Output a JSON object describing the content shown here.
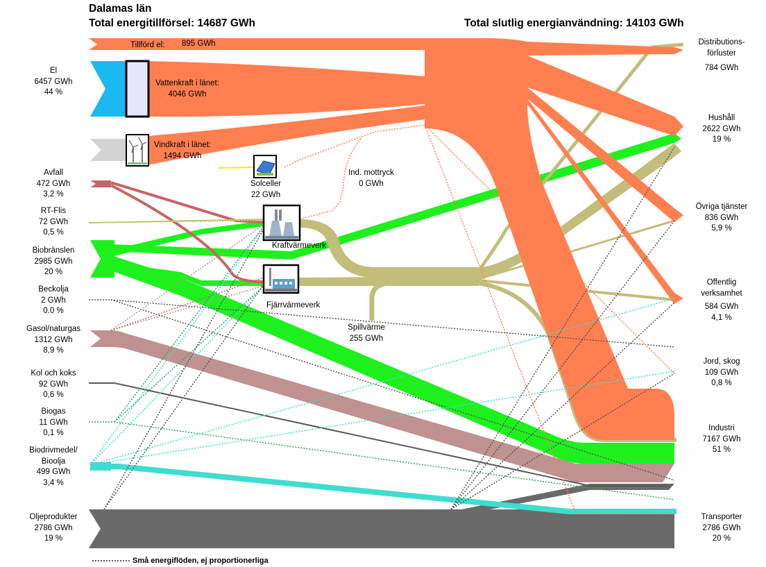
{
  "header": {
    "region": "Dalamas län",
    "supply_total": "Total energitillförsel: 14687 GWh",
    "use_total": "Total slutlig energianvändning: 14103 GWh"
  },
  "sources": [
    {
      "name": "El",
      "value": "6457 GWh",
      "share": "44 %"
    },
    {
      "name": "Avfall",
      "value": "472 GWh",
      "share": "3,2 %"
    },
    {
      "name": "RT-Flis",
      "value": "72 GWh",
      "share": "0,5 %"
    },
    {
      "name": "Biobränslen",
      "value": "2985 GWh",
      "share": "20 %"
    },
    {
      "name": "Beckolja",
      "value": "2 GWh",
      "share": "0.0 %"
    },
    {
      "name": "Gasol/naturgas",
      "value": "1312 GWh",
      "share": "8,9 %"
    },
    {
      "name": "Kol och koks",
      "value": "92 GWh",
      "share": "0,6 %"
    },
    {
      "name": "Biogas",
      "value": "11 GWh",
      "share": "0,1 %"
    },
    {
      "name_line1": "Biodrivmedel/",
      "name_line2": "Bioolja",
      "value": "499 GWh",
      "share": "3,4 %"
    },
    {
      "name": "Oljeprodukter",
      "value": "2786 GWh",
      "share": "19 %"
    }
  ],
  "sinks": [
    {
      "name_line1": "Distributions-",
      "name_line2": "förluster",
      "value": "784 GWh"
    },
    {
      "name": "Hushåll",
      "value": "2622 GWh",
      "share": "19 %"
    },
    {
      "name": "Övriga tjänster",
      "value": "836 GWh",
      "share": "5,9 %"
    },
    {
      "name_line1": "Offentlig",
      "name_line2": "verksamhet",
      "value": "584 GWh",
      "share": "4,1 %"
    },
    {
      "name": "Jord, skog",
      "value": "109 GWh",
      "share": "0,8 %"
    },
    {
      "name": "Industri",
      "value": "7167 GWh",
      "share": "51 %"
    },
    {
      "name": "Transporter",
      "value": "2786 GWh",
      "share": "20 %"
    }
  ],
  "electricity": {
    "import_label": "Tillförd el:",
    "import_value": "895 GWh",
    "hydro_label": "Vattenkraft i länet:",
    "hydro_value": "4046 GWh",
    "wind_label": "Vindkraft i länet:",
    "wind_value": "1494 GWh"
  },
  "plants": {
    "solar_name": "Solceller",
    "solar_value": "22 GWh",
    "ind_name": "Ind. mottryck",
    "ind_value": "0 GWh",
    "chp_name": "Kraftvärmeverk",
    "dh_name": "Fjärrvärmeverk",
    "waste_heat_name": "Spillvärme",
    "waste_heat_value": "255 GWh"
  },
  "legend": {
    "small_flows": "Små energiflöden, ej proportionerliga"
  },
  "colors": {
    "electricity": "#ff7f50",
    "hydro": "#1ab9ef",
    "wind_source": "#d3d3d3",
    "waste": "#c86464",
    "wood_chips": "#bfc772",
    "biofuels": "#1ef01e",
    "pitch_oil": "#555555",
    "gas": "#c09191",
    "coal": "#5a5a5a",
    "biogas": "#30a060",
    "biodiesel": "#40dcd0",
    "oil": "#6a6a6a",
    "heat": "#c3bd7b",
    "solar": "#f0f000"
  }
}
